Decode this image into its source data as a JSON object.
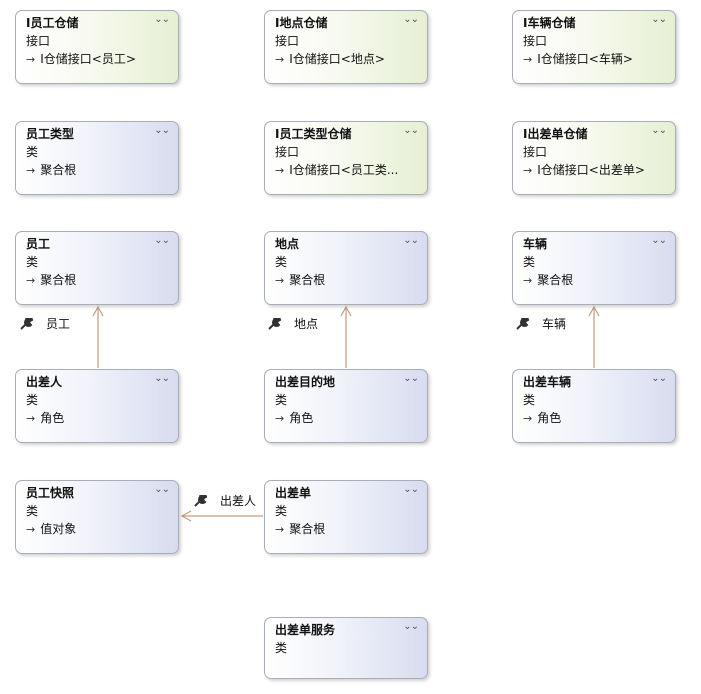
{
  "boxes": [
    {
      "title": "I员工仓储",
      "kind": "接口",
      "base": "I仓储接口<员工>"
    },
    {
      "title": "I地点仓储",
      "kind": "接口",
      "base": "I仓储接口<地点>"
    },
    {
      "title": "I车辆仓储",
      "kind": "接口",
      "base": "I仓储接口<车辆>"
    },
    {
      "title": "员工类型",
      "kind": "类",
      "base": "聚合根"
    },
    {
      "title": "I员工类型仓储",
      "kind": "接口",
      "base": "I仓储接口<员工类..."
    },
    {
      "title": "I出差单仓储",
      "kind": "接口",
      "base": "I仓储接口<出差单>"
    },
    {
      "title": "员工",
      "kind": "类",
      "base": "聚合根"
    },
    {
      "title": "地点",
      "kind": "类",
      "base": "聚合根"
    },
    {
      "title": "车辆",
      "kind": "类",
      "base": "聚合根"
    },
    {
      "title": "出差人",
      "kind": "类",
      "base": "角色"
    },
    {
      "title": "出差目的地",
      "kind": "类",
      "base": "角色"
    },
    {
      "title": "出差车辆",
      "kind": "类",
      "base": "角色"
    },
    {
      "title": "员工快照",
      "kind": "类",
      "base": "值对象"
    },
    {
      "title": "出差单",
      "kind": "类",
      "base": "聚合根"
    },
    {
      "title": "出差单服务",
      "kind": "类",
      "base": ""
    }
  ],
  "associations": [
    {
      "label": "员工"
    },
    {
      "label": "地点"
    },
    {
      "label": "车辆"
    },
    {
      "label": "出差人"
    }
  ],
  "glyphs": {
    "collapse": "⌄⌄",
    "inherit_arrow": "→"
  },
  "colors": {
    "interface_tint": "#e6efd3",
    "class_tint": "#d7dcef",
    "connector": "#c49a82"
  }
}
